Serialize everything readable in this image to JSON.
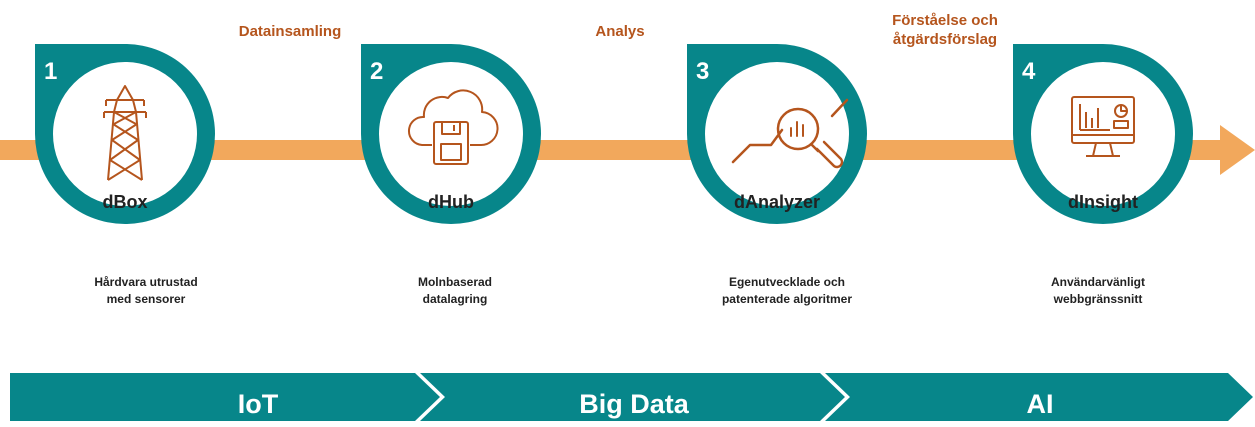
{
  "phases": [
    {
      "label": "Datainsamling"
    },
    {
      "label": "Analys"
    },
    {
      "label": "Förståelse och\nåtgärdsförslag"
    }
  ],
  "steps": [
    {
      "number": "1",
      "name": "dBox",
      "icon": "power-tower-icon",
      "description": "Hårdvara utrustad\nmed sensorer"
    },
    {
      "number": "2",
      "name": "dHub",
      "icon": "cloud-storage-icon",
      "description": "Molnbaserad\ndatalagring"
    },
    {
      "number": "3",
      "name": "dAnalyzer",
      "icon": "analytics-magnifier-icon",
      "description": "Egenutvecklade och\npatenterade algoritmer"
    },
    {
      "number": "4",
      "name": "dInsight",
      "icon": "monitor-dashboard-icon",
      "description": "Användarvänligt\nwebbgränssnitt"
    }
  ],
  "bands": [
    {
      "label": "IoT"
    },
    {
      "label": "Big Data"
    },
    {
      "label": "AI"
    }
  ],
  "colors": {
    "teal": "#07868a",
    "orange": "#f2a85c",
    "phase_text": "#b5551d",
    "icon": "#b5551d"
  }
}
